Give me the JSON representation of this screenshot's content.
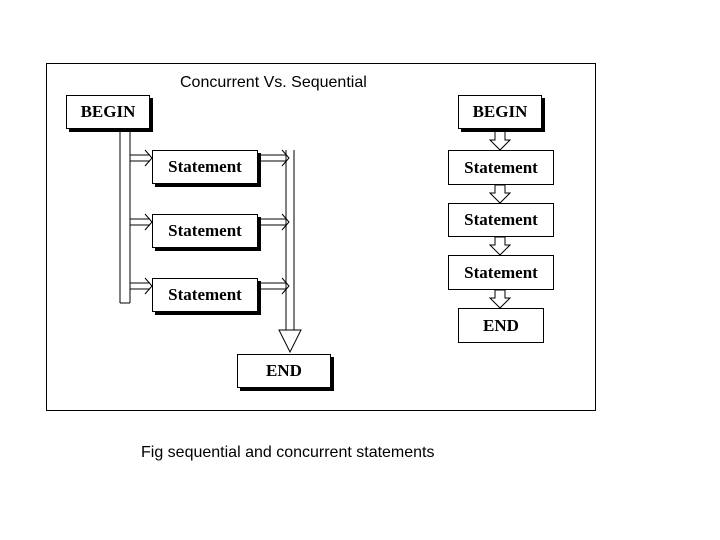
{
  "diagram": {
    "title": "Concurrent Vs. Sequential",
    "caption": "Fig sequential and concurrent statements",
    "concurrent": {
      "begin": "BEGIN",
      "statements": [
        "Statement",
        "Statement",
        "Statement"
      ],
      "end": "END"
    },
    "sequential": {
      "begin": "BEGIN",
      "statements": [
        "Statement",
        "Statement",
        "Statement"
      ],
      "end": "END"
    }
  }
}
